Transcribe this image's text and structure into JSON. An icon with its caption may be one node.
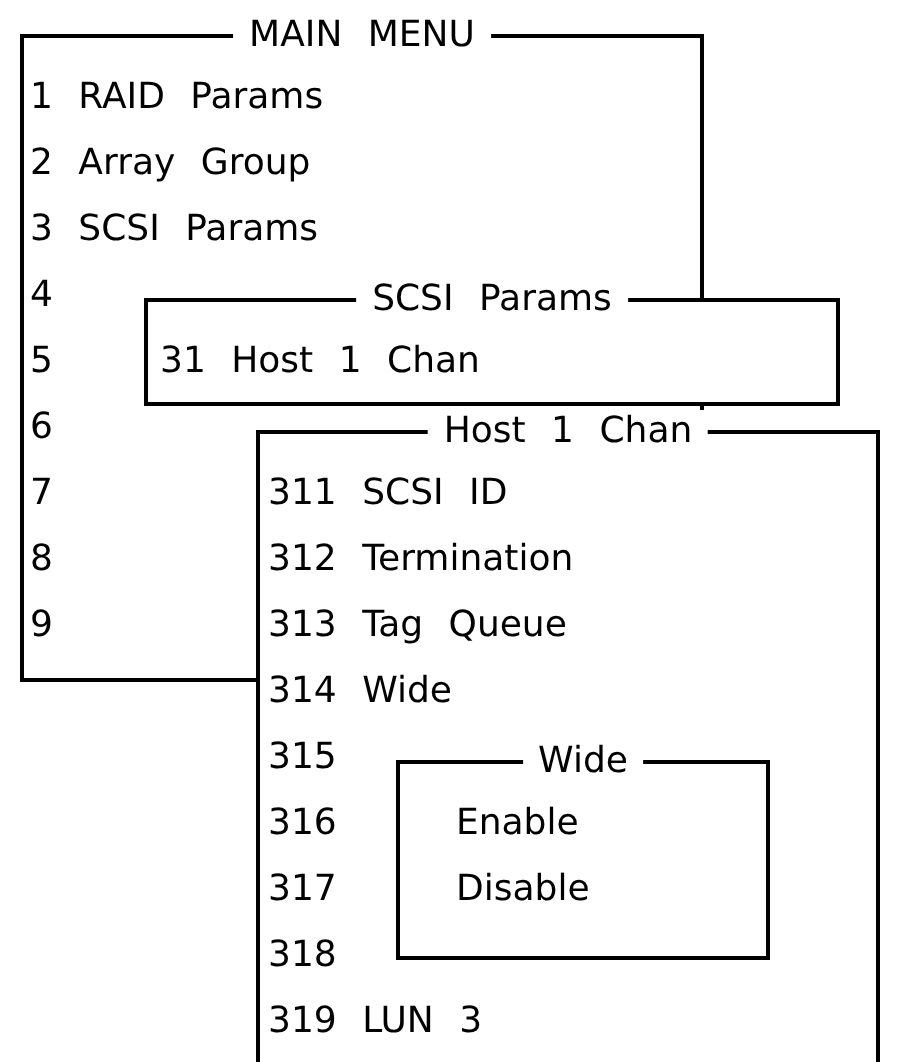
{
  "diagram": {
    "nodes": [
      {
        "text": [
          "MAIN MENU",
          "1 RAID Params",
          "2 Array Group",
          "3 SCSI Params",
          "4",
          "5",
          "6",
          "7",
          "8",
          "9"
        ]
      },
      {
        "text": [
          "SCSI Params",
          "31 Host 1 Chan"
        ]
      },
      {
        "text": [
          "Host 1 Chan",
          "311 SCSI ID",
          "312 Termination",
          "313 Tag Queue",
          "314 Wide",
          "315",
          "316",
          "317",
          "318",
          "319 LUN 3"
        ]
      },
      {
        "text": [
          "Wide",
          "Enable",
          "Disable"
        ],
        "in": 2
      }
    ],
    "edges": []
  }
}
